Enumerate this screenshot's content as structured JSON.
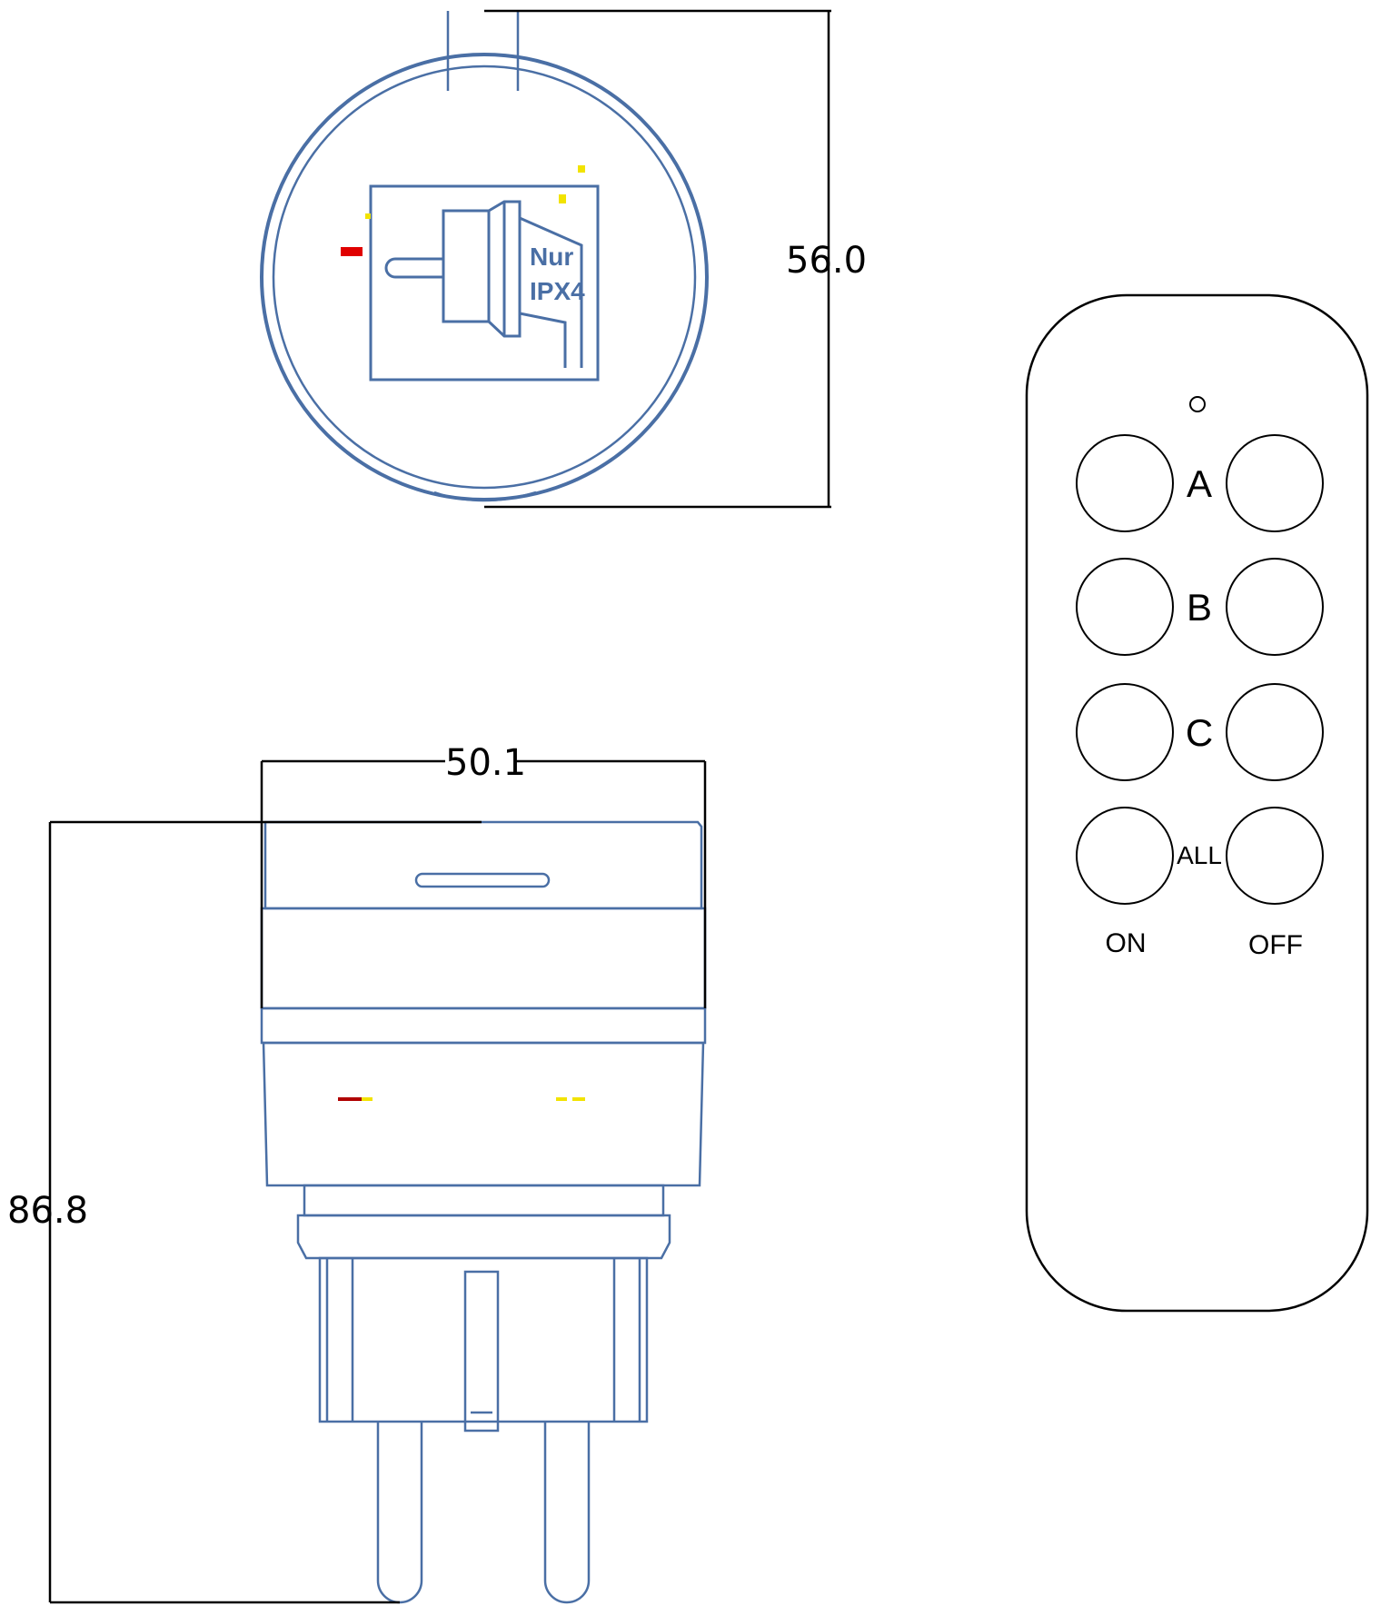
{
  "colors": {
    "outline_blue": "#4a6fa5",
    "dimension_line": "#000000",
    "indicator_red": "#e00000",
    "indicator_yellow": "#f2e300",
    "dark_red": "#b00000"
  },
  "top_view": {
    "dimension_height": "56.0",
    "marking_line1": "Nur",
    "marking_line2": "IPX4"
  },
  "side_view": {
    "dimension_width": "50.1",
    "dimension_height": "86.8"
  },
  "remote": {
    "rows": [
      {
        "label": "A"
      },
      {
        "label": "B"
      },
      {
        "label": "C"
      },
      {
        "label": "ALL"
      }
    ],
    "on_label": "ON",
    "off_label": "OFF"
  }
}
